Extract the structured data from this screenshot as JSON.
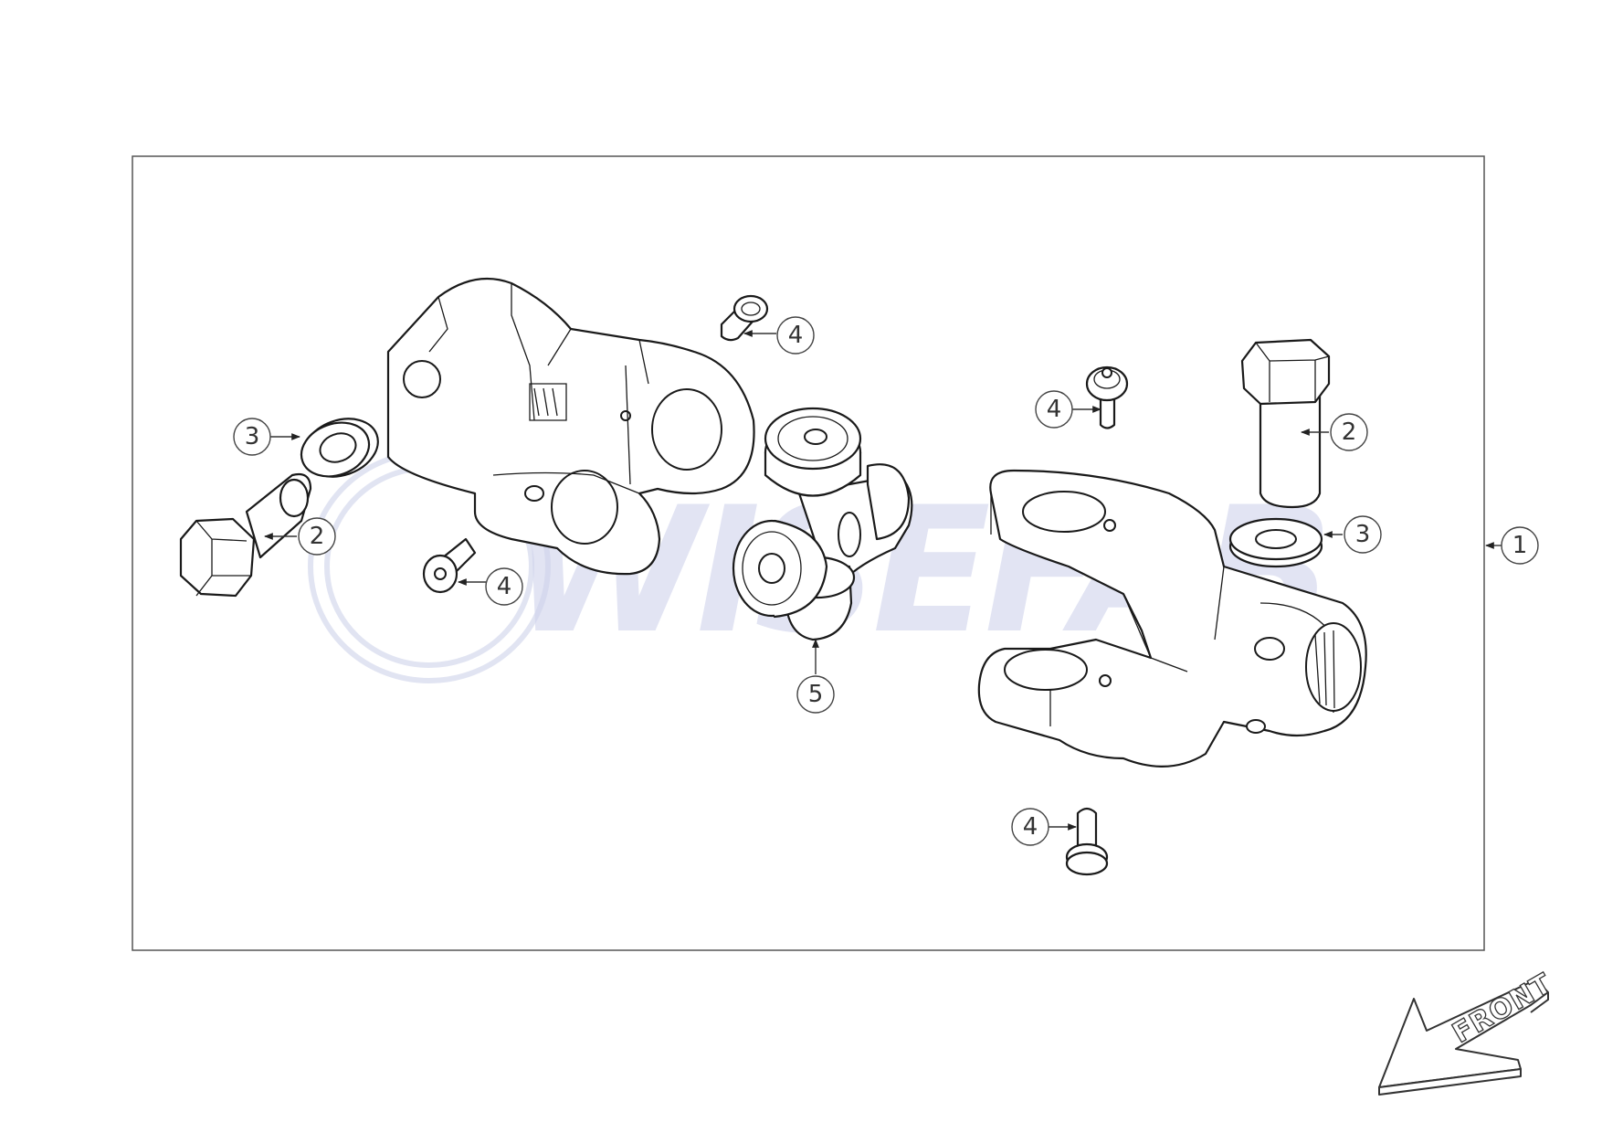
{
  "watermark": {
    "text": "WISEFAB"
  },
  "callouts": [
    {
      "id": "callout-1",
      "label": "1"
    },
    {
      "id": "callout-2-left",
      "label": "2"
    },
    {
      "id": "callout-2-right",
      "label": "2"
    },
    {
      "id": "callout-3-left",
      "label": "3"
    },
    {
      "id": "callout-3-right",
      "label": "3"
    },
    {
      "id": "callout-4-top",
      "label": "4"
    },
    {
      "id": "callout-4-left",
      "label": "4"
    },
    {
      "id": "callout-4-mid",
      "label": "4"
    },
    {
      "id": "callout-4-bottom",
      "label": "4"
    },
    {
      "id": "callout-5",
      "label": "5"
    }
  ],
  "front_arrow": {
    "label": "FRONT"
  }
}
